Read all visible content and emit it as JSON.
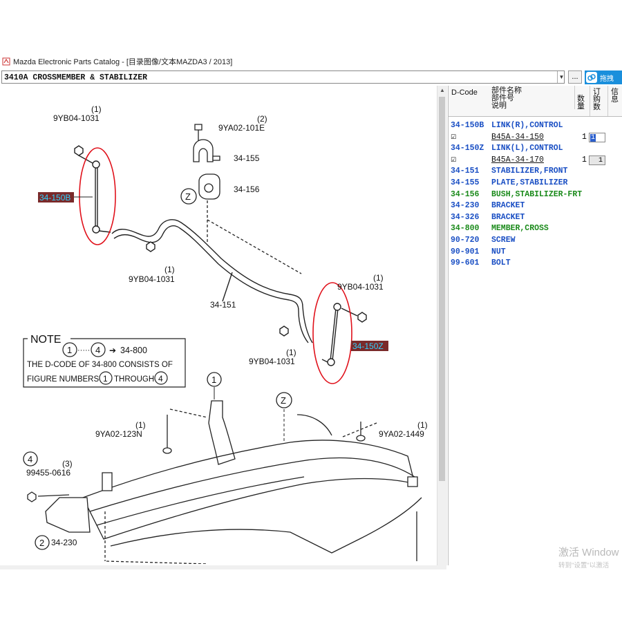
{
  "window": {
    "title": "Mazda Electronic Parts Catalog - [目录图像/文本MAZDA3 / 2013]"
  },
  "section_selector": {
    "value": "3410A  CROSSMEMBER & STABILIZER",
    "more_button": "...",
    "expand_button": "拖拽"
  },
  "diagram": {
    "labels": {
      "l1": "9YB04-1031",
      "l1q": "(1)",
      "l2": "9YA02-101E",
      "l2q": "(2)",
      "l3": "34-155",
      "l4": "34-156",
      "l5": "34-150B",
      "l6": "9YB04-1031",
      "l6q": "(1)",
      "l7": "34-151",
      "l8": "9YB04-1031",
      "l8q": "(1)",
      "l9": "34-150Z",
      "l10": "9YB04-1031",
      "l10q": "(1)",
      "l11": "9YA02-123N",
      "l11q": "(1)",
      "l12": "9YA02-1449",
      "l12q": "(1)",
      "l13": "99455-0616",
      "l13q": "(3)",
      "l14": "34-230",
      "z": "Z",
      "c1": "1",
      "c2": "2",
      "c4": "4"
    },
    "note": {
      "heading": "NOTE",
      "line1_a": "1",
      "line1_dots": "·····",
      "line1_b": "4",
      "line1_arrow": "➔",
      "line1_code": "34-800",
      "line2": "THE D-CODE OF  34-800  CONSISTS OF",
      "line3_a": "FIGURE NUMBERS",
      "line3_b": "THROUGH"
    }
  },
  "parts_table": {
    "headers": {
      "dcode": "D-Code",
      "name1": "部件名称",
      "name2": "部件号",
      "name3": "说明",
      "qty1": "数",
      "qty2": "量",
      "order1": "订",
      "order2": "购",
      "order3": "数",
      "info1": "信",
      "info2": "息"
    },
    "rows": [
      {
        "code": "34-150B",
        "name": "LINK(R),CONTROL",
        "color": "#1a4fc4",
        "sub": {
          "part_no": "B45A-34-150",
          "qty": "1",
          "order": "1"
        }
      },
      {
        "code": "34-150Z",
        "name": "LINK(L),CONTROL",
        "color": "#1a4fc4",
        "sub": {
          "part_no": "B45A-34-170",
          "qty": "1",
          "order": "1"
        }
      },
      {
        "code": "34-151",
        "name": "STABILIZER,FRONT",
        "color": "#1a4fc4"
      },
      {
        "code": "34-155",
        "name": "PLATE,STABILIZER",
        "color": "#1a4fc4"
      },
      {
        "code": "34-156",
        "name": "BUSH,STABILIZER-FRT",
        "color": "#1a8a1a"
      },
      {
        "code": "34-230",
        "name": "BRACKET",
        "color": "#1a4fc4"
      },
      {
        "code": "34-326",
        "name": "BRACKET",
        "color": "#1a4fc4"
      },
      {
        "code": "34-800",
        "name": "MEMBER,CROSS",
        "color": "#1a8a1a"
      },
      {
        "code": "90-720",
        "name": "SCREW",
        "color": "#1a4fc4"
      },
      {
        "code": "90-901",
        "name": "NUT",
        "color": "#1a4fc4"
      },
      {
        "code": "99-601",
        "name": "BOLT",
        "color": "#1a4fc4"
      }
    ]
  },
  "watermark": {
    "line1": "激活 Window",
    "line2": "转到\"设置\"以激活"
  },
  "colors": {
    "link_highlight_bg": "#7a2a2a",
    "link_highlight_text": "#2fd2ff",
    "circle_marker": "#e0101a",
    "selection_bar": "#1a8fdc"
  }
}
